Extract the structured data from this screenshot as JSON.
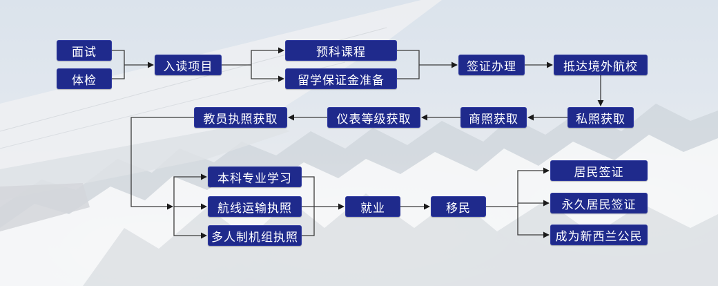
{
  "diagram": {
    "type": "flowchart",
    "colors": {
      "node_fill": "#1f2a8c",
      "node_text": "#ffffff",
      "connector": "#333333"
    },
    "nodes": {
      "interview": "面试",
      "medical": "体检",
      "enroll": "入读项目",
      "foundation": "预科课程",
      "deposit": "留学保证金准备",
      "visa": "签证办理",
      "arrive": "抵达境外航校",
      "ppl": "私照获取",
      "cpl": "商照获取",
      "ir": "仪表等级获取",
      "instructor": "教员执照获取",
      "bachelor": "本科专业学习",
      "atpl": "航线运输执照",
      "mpl": "多人制机组执照",
      "employment": "就业",
      "immigration": "移民",
      "resident_visa": "居民签证",
      "permanent_resident": "永久居民签证",
      "citizen": "成为新西兰公民"
    },
    "edges": [
      [
        "interview",
        "enroll"
      ],
      [
        "medical",
        "enroll"
      ],
      [
        "enroll",
        "foundation"
      ],
      [
        "enroll",
        "deposit"
      ],
      [
        "foundation",
        "visa"
      ],
      [
        "deposit",
        "visa"
      ],
      [
        "visa",
        "arrive"
      ],
      [
        "arrive",
        "ppl"
      ],
      [
        "ppl",
        "cpl"
      ],
      [
        "cpl",
        "ir"
      ],
      [
        "ir",
        "instructor"
      ],
      [
        "instructor",
        "bachelor"
      ],
      [
        "instructor",
        "atpl"
      ],
      [
        "instructor",
        "mpl"
      ],
      [
        "bachelor",
        "employment"
      ],
      [
        "atpl",
        "employment"
      ],
      [
        "mpl",
        "employment"
      ],
      [
        "employment",
        "immigration"
      ],
      [
        "immigration",
        "resident_visa"
      ],
      [
        "immigration",
        "permanent_resident"
      ],
      [
        "immigration",
        "citizen"
      ]
    ]
  }
}
